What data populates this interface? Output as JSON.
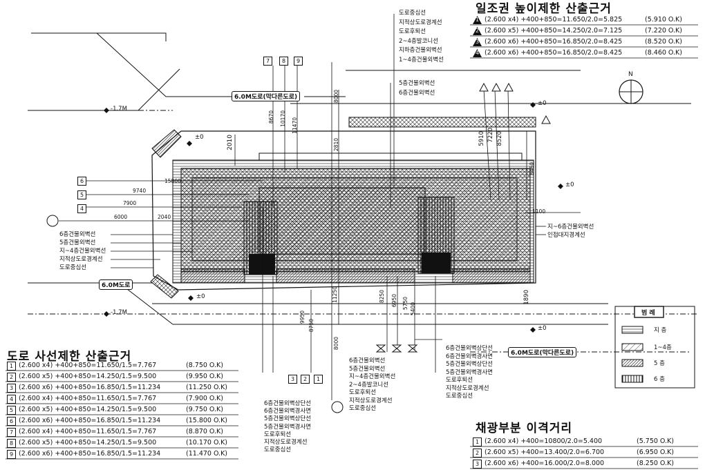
{
  "sunlight_panel": {
    "title": "일조권 높이제한 산출근거",
    "rows": [
      {
        "mark": "1",
        "formula": "(2.600 x4)  +400+850=11.650/2.0=5.825",
        "result": "(5.910   O.K)"
      },
      {
        "mark": "2",
        "formula": "(2.600 x5)  +400+850=14.250/2.0=7.125",
        "result": "(7.220   O.K)"
      },
      {
        "mark": "3",
        "formula": "(2.600 x6)  +400+850=16.850/2.0=8.425",
        "result": "(8.520   O.K)"
      },
      {
        "mark": "4",
        "formula": "(2.600 x6)  +400+850=16.850/2.0=8.425",
        "result": "(8.460   O.K)"
      }
    ]
  },
  "road_panel": {
    "title": "도로 사선제한 산출근거",
    "rows": [
      {
        "mark": "1",
        "formula": "(2.600  x4)  +400+850=11.650/1.5=7.767",
        "result": "(8.750    O.K)"
      },
      {
        "mark": "2",
        "formula": "(2.600  x5)  +400+850=14.250/1.5=9.500",
        "result": "(9.950    O.K)"
      },
      {
        "mark": "3",
        "formula": "(2.600  x6)  +400+850=16.850/1.5=11.234",
        "result": "(11.250    O.K)"
      },
      {
        "mark": "4",
        "formula": "(2.600  x4)  +400+850=11.650/1.5=7.767",
        "result": "(7.900   O.K)"
      },
      {
        "mark": "5",
        "formula": "(2.600  x5)  +400+850=14.250/1.5=9.500",
        "result": "(9.750    O.K)"
      },
      {
        "mark": "6",
        "formula": "(2.600  x6)  +400+850=16.850/1.5=11.234",
        "result": "(15.800    O.K)"
      },
      {
        "mark": "7",
        "formula": "(2.600  x4)  +400+850=11.650/1.5=7.767",
        "result": "(8.870    O.K)"
      },
      {
        "mark": "8",
        "formula": "(2.600  x5)  +400+850=14.250/1.5=9.500",
        "result": "(10.170    O.K)"
      },
      {
        "mark": "9",
        "formula": "(2.600  x6)  +400+850=16.850/1.5=11.234",
        "result": "(11.470    O.K)"
      }
    ]
  },
  "lighting_panel": {
    "title": "채광부분 이격거리",
    "rows": [
      {
        "mark": "1",
        "formula": "(2.600  x4)  +400=10800/2.0=5.400",
        "result": "(5.750    O.K)"
      },
      {
        "mark": "2",
        "formula": "(2.600  x5)  +400=13.400/2.0=6.700",
        "result": "(6.950    O.K)"
      },
      {
        "mark": "3",
        "formula": "(2.600  x6)  +400=16.000/2.0=8.000",
        "result": "(8.250    O.K)"
      }
    ]
  },
  "legend": {
    "title": "범 례",
    "items": [
      {
        "label": "지 층",
        "pattern": "lines"
      },
      {
        "label": "1~4층",
        "pattern": "diag"
      },
      {
        "label": "5  층",
        "pattern": "dense"
      },
      {
        "label": "6  층",
        "pattern": "vert"
      }
    ]
  },
  "roads": {
    "top": "6.0M도로(막다른도로)",
    "bottom_left": "6.0M도로",
    "bottom_right": "6.0M도로(막다른도로)"
  },
  "levels": {
    "a": "-1.7M",
    "b": "-1.7M",
    "zero": "±0"
  },
  "north_symbol": "N",
  "notes_top": [
    "도로중심선",
    "지적상도로경계선",
    "도로후퇴선",
    "2~4층발코니선",
    "지하층건물외벽선",
    "1~4층건물외벽선"
  ],
  "notes_mid": [
    "5층건물외벽선",
    "6층건물외벽선"
  ],
  "notes_left": [
    "6층건물외벽선",
    "5층건물외벽선",
    "지~4층건물외벽선",
    "지적상도로경계선",
    "도로중심선"
  ],
  "notes_right": [
    "지~6층건물외벽선",
    "인접대지경계선"
  ],
  "notes_bottom_mid": [
    "6층건물외벽선",
    "5층건물외벽선",
    "지~4층건물외벽선",
    "2~4층발코니선",
    "도로후퇴선",
    "지적상도로경계선",
    "도로중심선"
  ],
  "notes_bottom_right": [
    "6층건물외벽상단선",
    "6층건물외벽경사면",
    "5층건물외벽상단선",
    "5층건물외벽경사면",
    "도로후퇴선",
    "지적상도로경계선",
    "도로중심선"
  ],
  "notes_bottom_left": [
    "6층건물외벽상단선",
    "6층건물외벽경사면",
    "5층건물외벽상단선",
    "5층건물외벽경사면",
    "도로후퇴선",
    "지적상도로경계선",
    "도로중심선"
  ],
  "dims": {
    "d8670": "8670",
    "d10170": "10170",
    "d11470": "11470",
    "d8000": "8000",
    "d2010": "2010",
    "d2810": "2810",
    "d15800": "15800",
    "d9740": "9740",
    "d7900": "7900",
    "d6000": "6000",
    "d2040": "2040",
    "d5910": "5910",
    "d7220": "7220",
    "d8520": "8520",
    "d8460": "8460",
    "d1890": "1890",
    "d9950": "9950",
    "d8750": "8750",
    "d11250": "11250",
    "d8250": "8250",
    "d6950": "6950",
    "d5750": "5750",
    "d8000b": "8000",
    "d1100": "1100",
    "d5400": "5400"
  }
}
